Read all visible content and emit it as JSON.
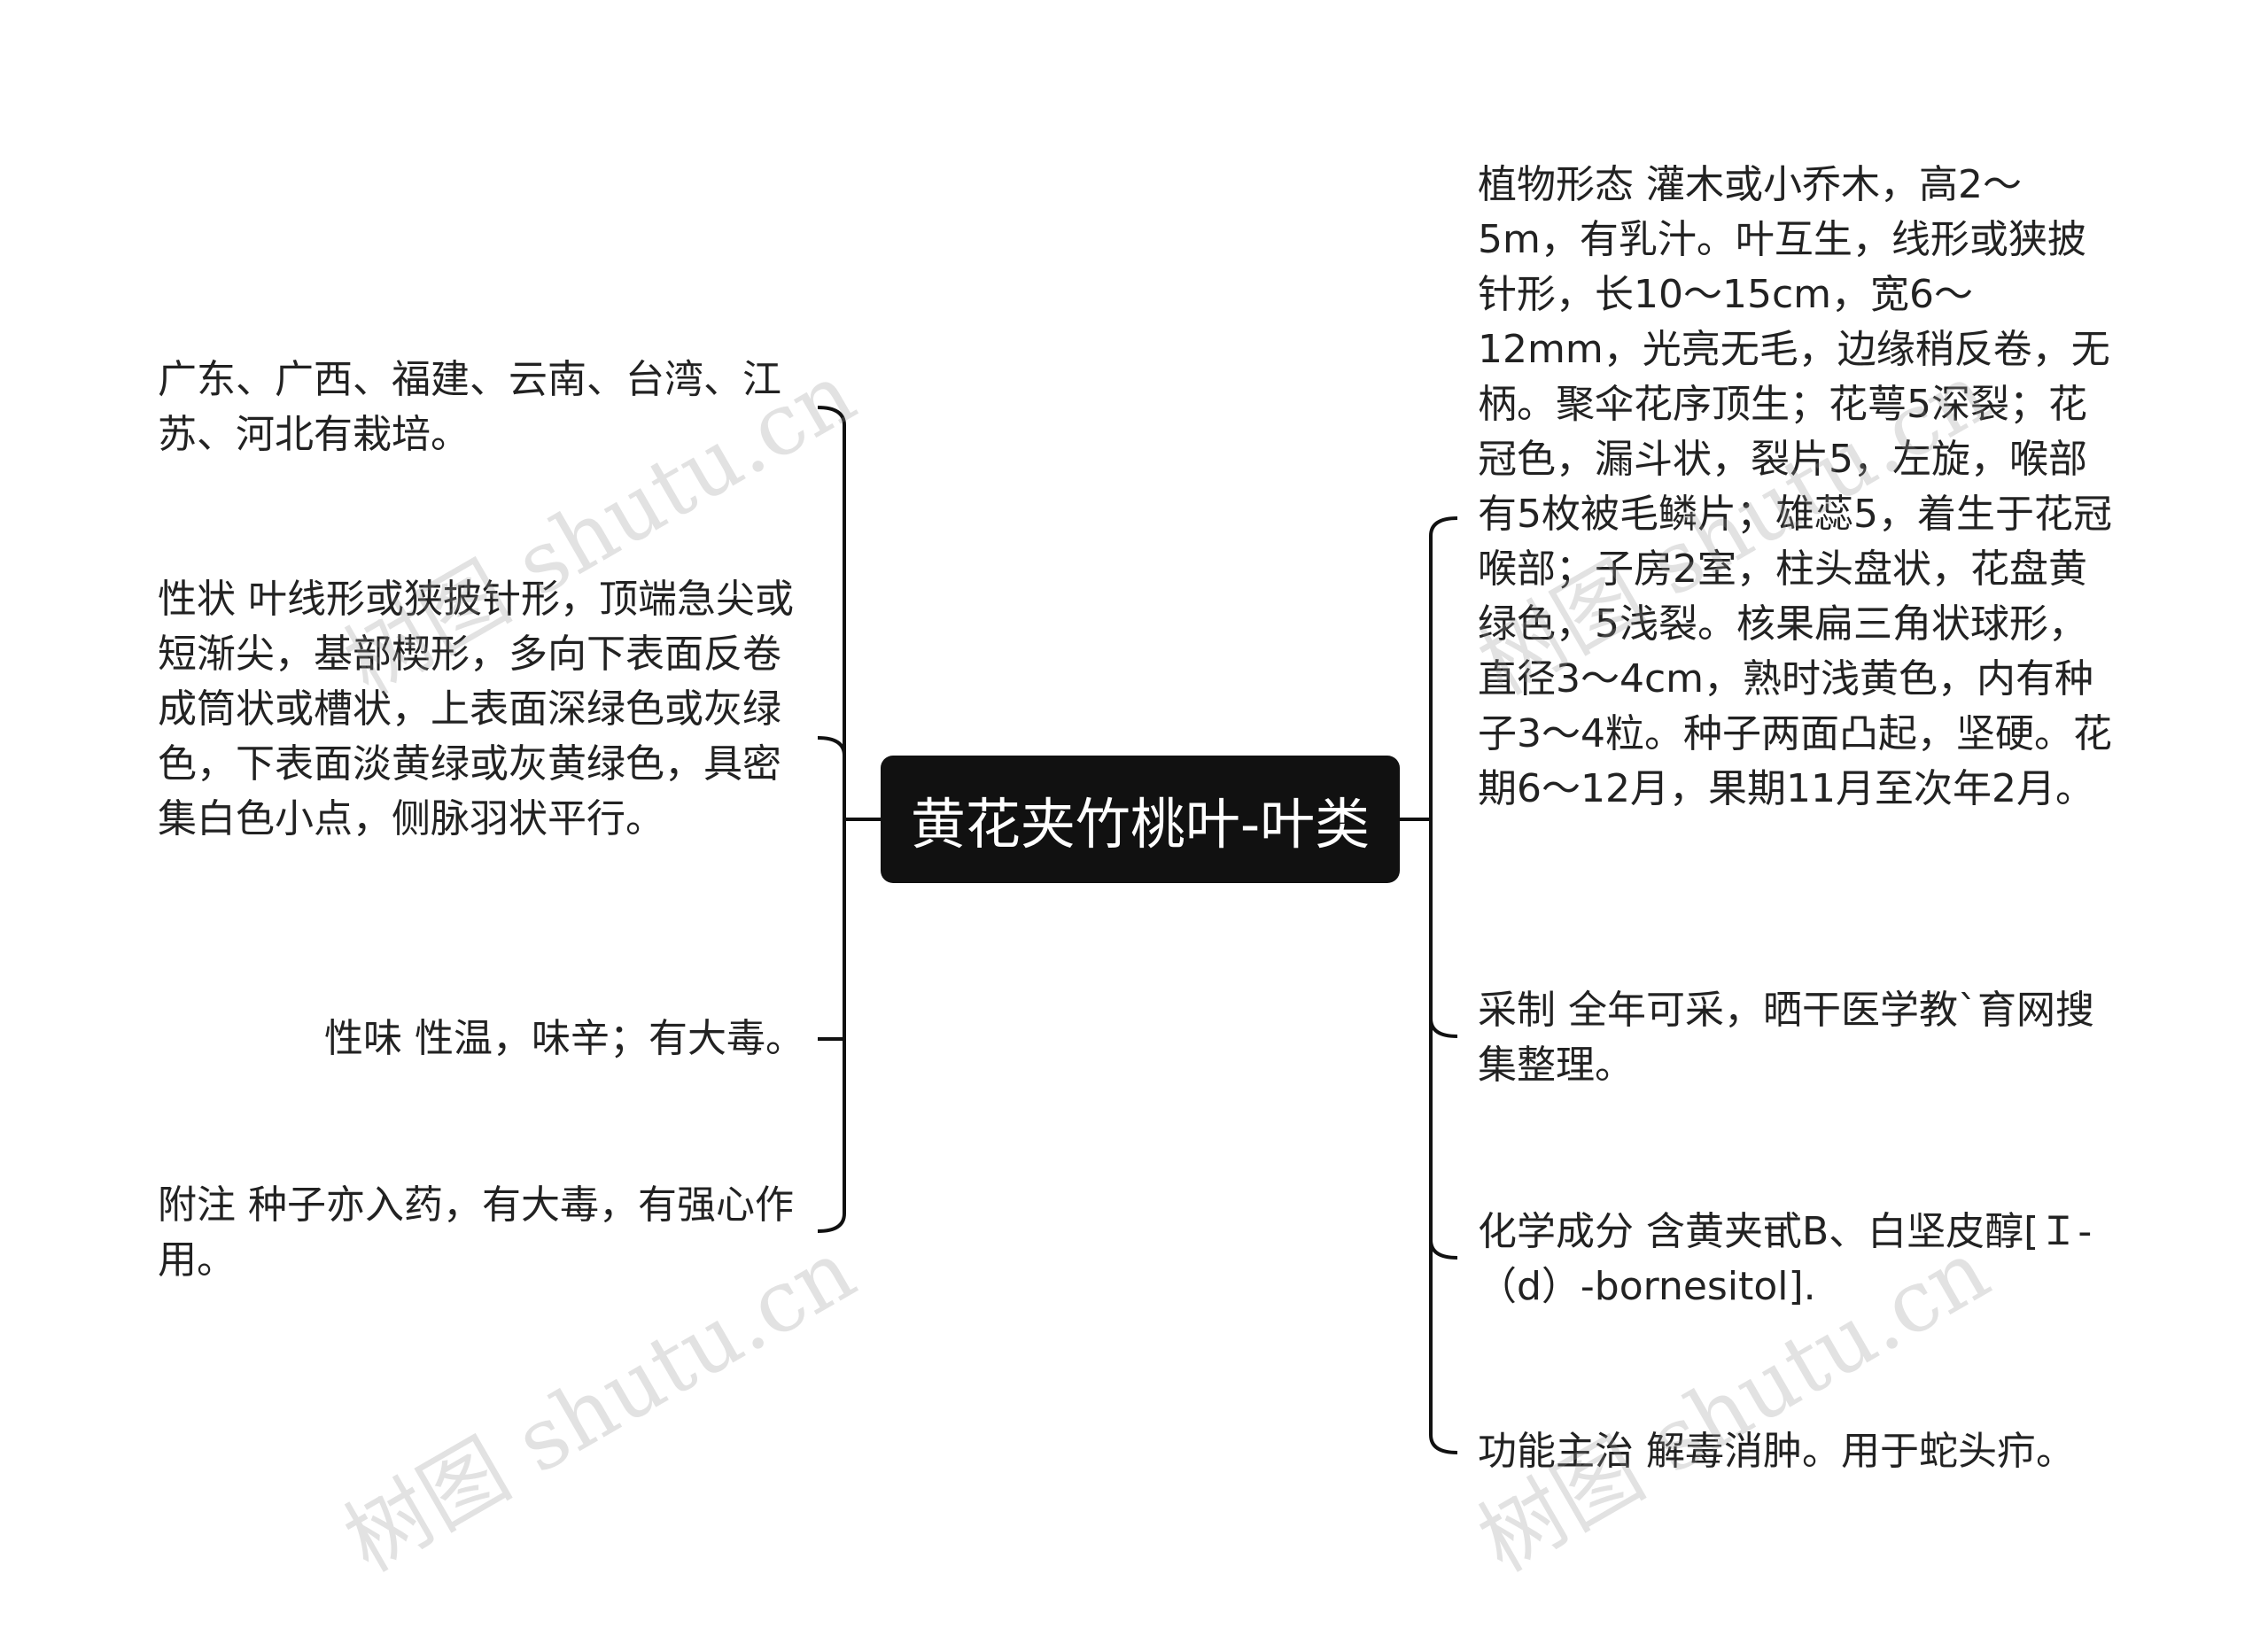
{
  "root": {
    "title": "黄花夹竹桃叶-叶类"
  },
  "left_nodes": [
    {
      "text": "广东、广西、福建、云南、台湾、江苏、河北有栽培。"
    },
    {
      "text": "性状 叶线形或狭披针形，顶端急尖或短渐尖，基部楔形，多向下表面反卷成筒状或槽状，上表面深绿色或灰绿色，下表面淡黄绿或灰黄绿色，具密集白色小点，侧脉羽状平行。"
    },
    {
      "text": "性味 性温，味辛；有大毒。"
    },
    {
      "text": "附注 种子亦入药，有大毒，有强心作用。"
    }
  ],
  "right_nodes": [
    {
      "text": "植物形态 灌木或小乔木，高2～5m，有乳汁。叶互生，线形或狭披针形，长10～15cm，宽6～12mm，光亮无毛，边缘稍反卷，无柄。聚伞花序顶生；花萼5深裂；花冠色，漏斗状，裂片5，左旋，喉部有5枚被毛鳞片；雄蕊5，着生于花冠喉部；子房2室，柱头盘状，花盘黄绿色，5浅裂。核果扁三角状球形，直径3～4cm，熟时浅黄色，内有种子3～4粒。种子两面凸起，坚硬。花期6～12月，果期11月至次年2月。"
    },
    {
      "text": "采制 全年可采，晒干医学教`育网搜集整理。"
    },
    {
      "text": "化学成分 含黄夹甙B、白坚皮醇[Ｉ-（d）-bornesitol]."
    },
    {
      "text": "功能主治 解毒消肿。用于蛇头疖。"
    }
  ],
  "watermark": "树图 shutu.cn",
  "colors": {
    "root_bg": "#111111",
    "root_text": "#ffffff",
    "line": "#111111",
    "text": "#222222"
  }
}
